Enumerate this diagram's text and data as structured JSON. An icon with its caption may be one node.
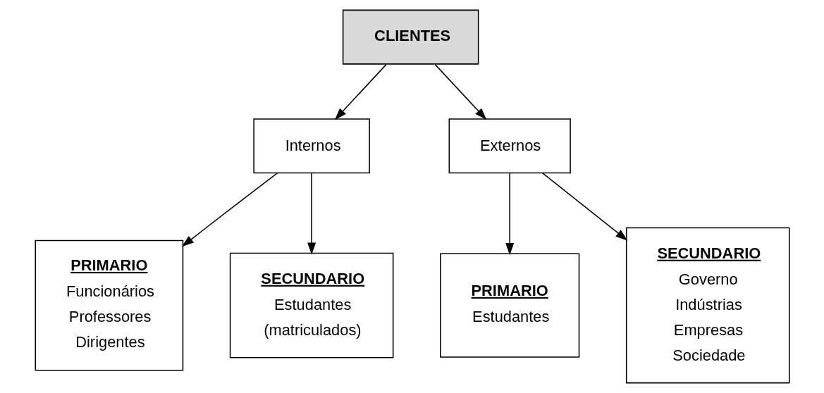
{
  "diagram": {
    "nodes": [
      {
        "text": [
          "CLIENTES"
        ]
      },
      {
        "text": [
          "Internos"
        ]
      },
      {
        "text": [
          "Externos"
        ]
      },
      {
        "text": [
          "PRIMARIO",
          "Funcionários",
          "Professores",
          "Dirigentes"
        ]
      },
      {
        "text": [
          "SECUNDARIO",
          "Estudantes",
          "(matriculados)"
        ]
      },
      {
        "text": [
          "PRIMARIO",
          "Estudantes"
        ]
      },
      {
        "text": [
          "SECUNDARIO",
          "Governo",
          "Indústrias",
          "Empresas",
          "Sociedade"
        ]
      }
    ],
    "edges": [
      {
        "from": 0,
        "to": 1,
        "arrow": "to"
      },
      {
        "from": 0,
        "to": 2,
        "arrow": "to"
      },
      {
        "from": 1,
        "to": 3,
        "arrow": "to"
      },
      {
        "from": 1,
        "to": 4,
        "arrow": "to"
      },
      {
        "from": 2,
        "to": 5,
        "arrow": "to"
      },
      {
        "from": 2,
        "to": 6,
        "arrow": "to"
      }
    ]
  }
}
